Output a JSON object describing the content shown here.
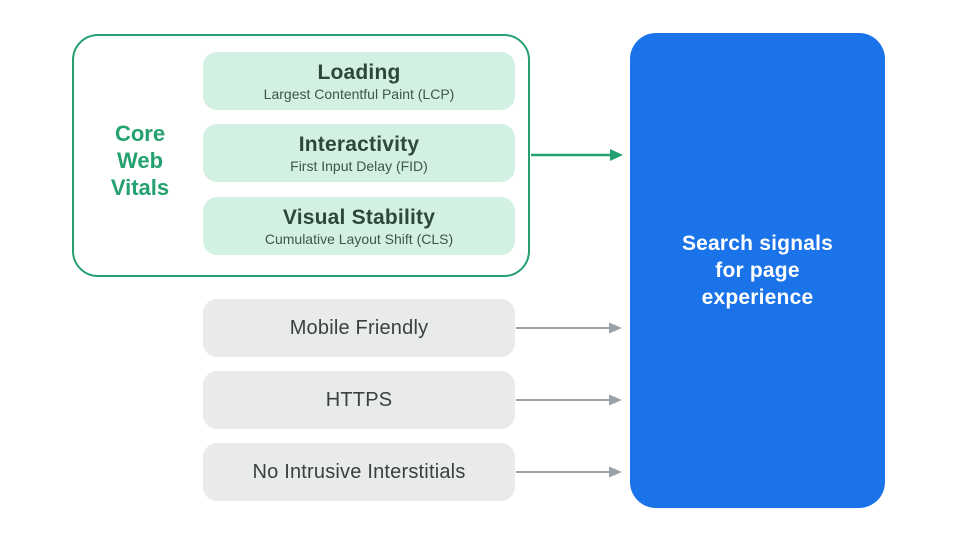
{
  "diagram": {
    "core_web_vitals": {
      "label": "Core\nWeb\nVitals",
      "vitals": [
        {
          "title": "Loading",
          "subtitle": "Largest Contentful Paint (LCP)"
        },
        {
          "title": "Interactivity",
          "subtitle": "First Input Delay (FID)"
        },
        {
          "title": "Visual Stability",
          "subtitle": "Cumulative Layout Shift (CLS)"
        }
      ]
    },
    "other_signals": [
      "Mobile Friendly",
      "HTTPS",
      "No Intrusive Interstitials"
    ],
    "result": {
      "label": "Search signals\nfor page\nexperience"
    },
    "colors": {
      "green_accent": "#24A16F",
      "mint_fill": "#D2F1E2",
      "vital_title_text": "#2E463C",
      "vital_subtitle_text": "#3E564B",
      "gray_fill": "#E9EAEA",
      "gray_text": "#3C4043",
      "arrow_gray": "#9AA0A6",
      "blue_fill": "#1A73E8",
      "result_text": "#FFFFFF"
    }
  }
}
